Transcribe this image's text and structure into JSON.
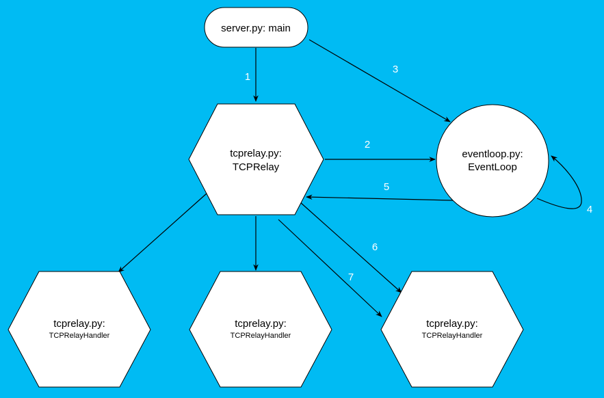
{
  "colors": {
    "background": "#00bbf3",
    "node_fill": "#ffffff",
    "node_stroke": "#000000",
    "edge": "#000000",
    "edge_label": "#ffffff",
    "text": "#000000"
  },
  "nodes": {
    "main": {
      "lines": [
        "server.py: main"
      ]
    },
    "tcprelay": {
      "lines": [
        "tcprelay.py:",
        "TCPRelay"
      ]
    },
    "eventloop": {
      "lines": [
        "eventloop.py:",
        "EventLoop"
      ]
    },
    "handler_left": {
      "lines": [
        "tcprelay.py:",
        "TCPRelayHandler"
      ]
    },
    "handler_center": {
      "lines": [
        "tcprelay.py:",
        "TCPRelayHandler"
      ]
    },
    "handler_right": {
      "lines": [
        "tcprelay.py:",
        "TCPRelayHandler"
      ]
    }
  },
  "edges": {
    "e1": "1",
    "e2": "2",
    "e3": "3",
    "e4": "4",
    "e5": "5",
    "e6": "6",
    "e7": "7"
  }
}
